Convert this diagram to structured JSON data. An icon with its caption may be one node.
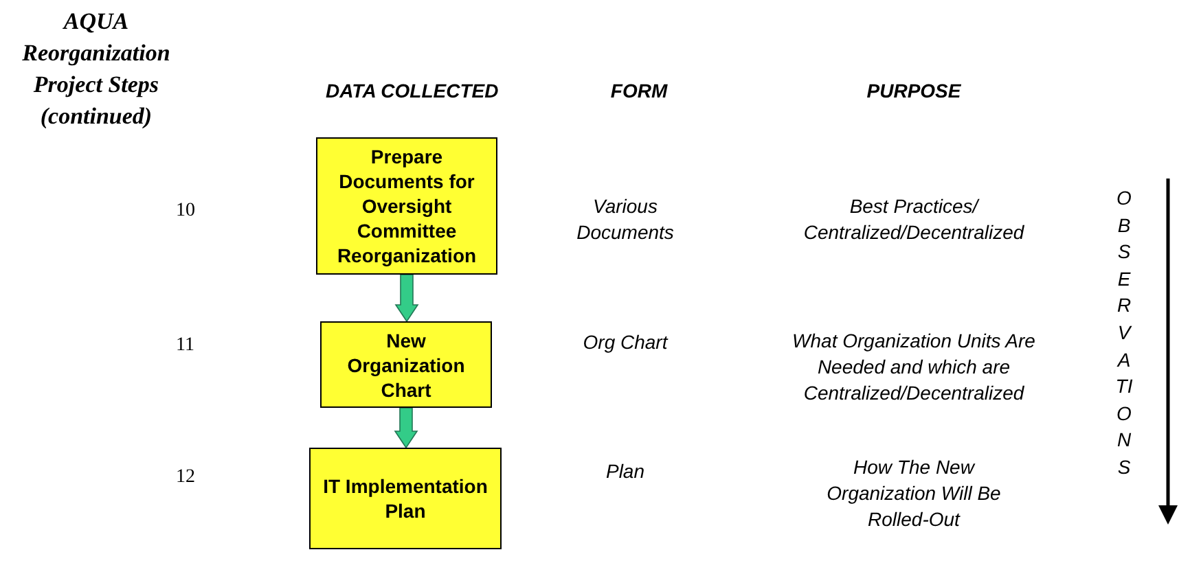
{
  "diagram": {
    "title": "AQUA Reorganization Project Steps (continued)",
    "nodes": [
      {
        "text": [
          "Prepare Documents for Oversight Committee Reorganization"
        ]
      },
      {
        "text": [
          "New Organization Chart"
        ]
      },
      {
        "text": [
          "IT Implementation Plan"
        ]
      }
    ],
    "edges": [
      {
        "from": 0,
        "to": 1,
        "arrow": "to"
      },
      {
        "from": 1,
        "to": 2,
        "arrow": "to"
      }
    ],
    "labels": [
      "DATA COLLECTED",
      "FORM",
      "PURPOSE",
      "10",
      "Various Documents",
      "Best Practices/ Centralized/Decentralized",
      "OBSERVATIONS",
      "11",
      "Org Chart",
      "What Organization Units Are Needed and which are Centralized/Decentralized",
      "12",
      "Plan",
      "How The New Organization Will Be Rolled-Out"
    ]
  }
}
